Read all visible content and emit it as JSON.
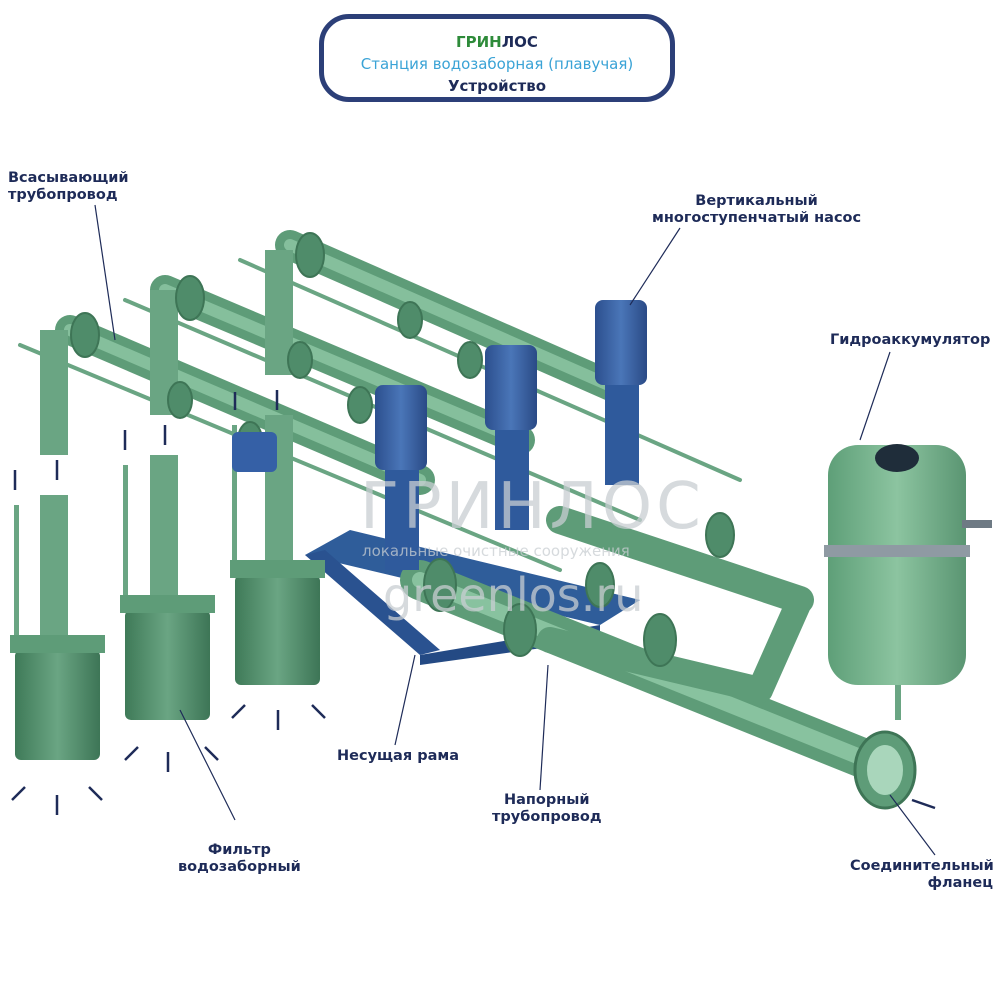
{
  "header": {
    "brand_green": "ГРИН",
    "brand_dark": "ЛОС",
    "subtitle": "Станция водозаборная (плавучая)",
    "section": "Устройство"
  },
  "labels": {
    "suction_pipe": [
      "Всасывающий",
      "трубопровод"
    ],
    "pump": [
      "Вертикальный",
      "многоступенчатый насос"
    ],
    "accumulator": "Гидроаккумулятор",
    "frame": "Несущая рама",
    "pressure_pipe": [
      "Напорный",
      "трубопровод"
    ],
    "filter": [
      "Фильтр",
      "водозаборный"
    ],
    "flange": [
      "Соединительный",
      "фланец"
    ]
  },
  "watermark": {
    "brand": "ГРИНЛОС",
    "tagline": "локальные очистные сооружения",
    "site": "greenlos.ru"
  },
  "colors": {
    "pipe": "#72b08c",
    "frame": "#2f5d9a",
    "pump": "#3560a6",
    "label": "#1e2b58",
    "border": "#2c3f78"
  }
}
